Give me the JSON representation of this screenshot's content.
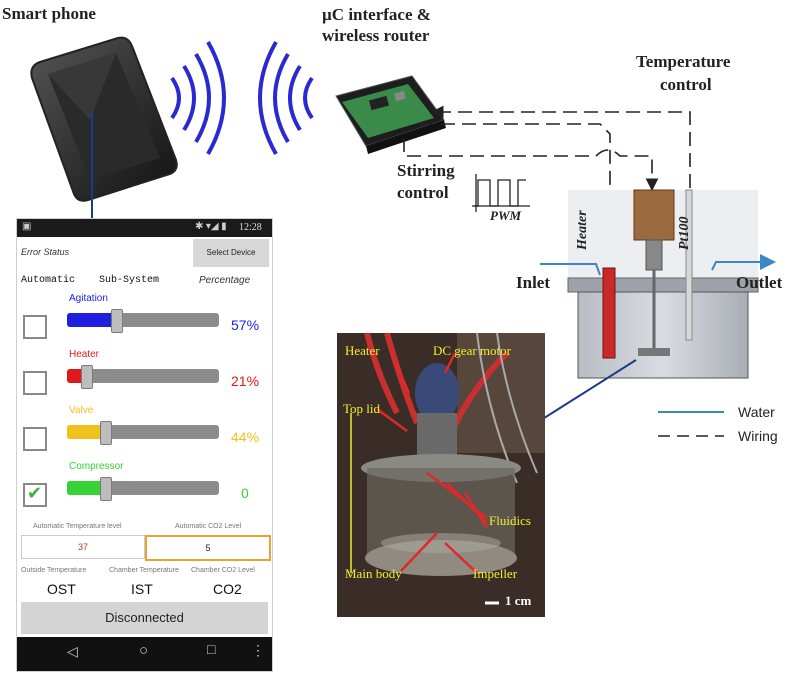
{
  "labels": {
    "smartphone": "Smart phone",
    "uc_line1": "µC interface &",
    "uc_line2": "wireless router",
    "temp_line1": "Temperature",
    "temp_line2": "control",
    "stir_line1": "Stirring",
    "stir_line2": "control",
    "pwm": "PWM",
    "heater_vert": "Heater",
    "pt100": "Pt100",
    "inlet": "Inlet",
    "outlet": "Outlet"
  },
  "legend": {
    "water": "Water",
    "wiring": "Wiring"
  },
  "app": {
    "time": "12:28",
    "error_status": "Error Status",
    "select_device": "Select Device",
    "col_automatic": "Automatic",
    "col_subsystem": "Sub-System",
    "col_percentage": "Percentage",
    "subsystems": [
      {
        "name": "Agitation",
        "percent_text": "57%",
        "level": 0.57,
        "checked": false,
        "color": "#1f1fe0"
      },
      {
        "name": "Heater",
        "percent_text": "21%",
        "level": 0.21,
        "checked": false,
        "color": "#e01a1a"
      },
      {
        "name": "Valve",
        "percent_text": "44%",
        "level": 0.44,
        "checked": false,
        "color": "#f2c11b"
      },
      {
        "name": "Compressor",
        "percent_text": "0",
        "level": 0.0,
        "checked": true,
        "color": "#35d335"
      }
    ],
    "auto_temp_label": "Automatic Temperature level",
    "auto_co2_label": "Automatic CO2 Level",
    "auto_temp_value": "37",
    "auto_co2_value": "5",
    "outside_temp_label": "Outside Temperature",
    "chamber_temp_label": "Chamber Temperature",
    "chamber_co2_label": "Chamber CO2 Level",
    "ost": "OST",
    "ist": "IST",
    "co2": "CO2",
    "disconnected": "Disconnected"
  },
  "photo": {
    "heater": "Heater",
    "dc_gear_motor": "DC gear motor",
    "top_lid": "Top lid",
    "fluidics": "Fluidics",
    "main_body": "Main body",
    "impeller": "Impeller",
    "scale": "1 cm"
  },
  "colors": {
    "water_line": "#3b86c6",
    "wiring_line": "#222222"
  }
}
